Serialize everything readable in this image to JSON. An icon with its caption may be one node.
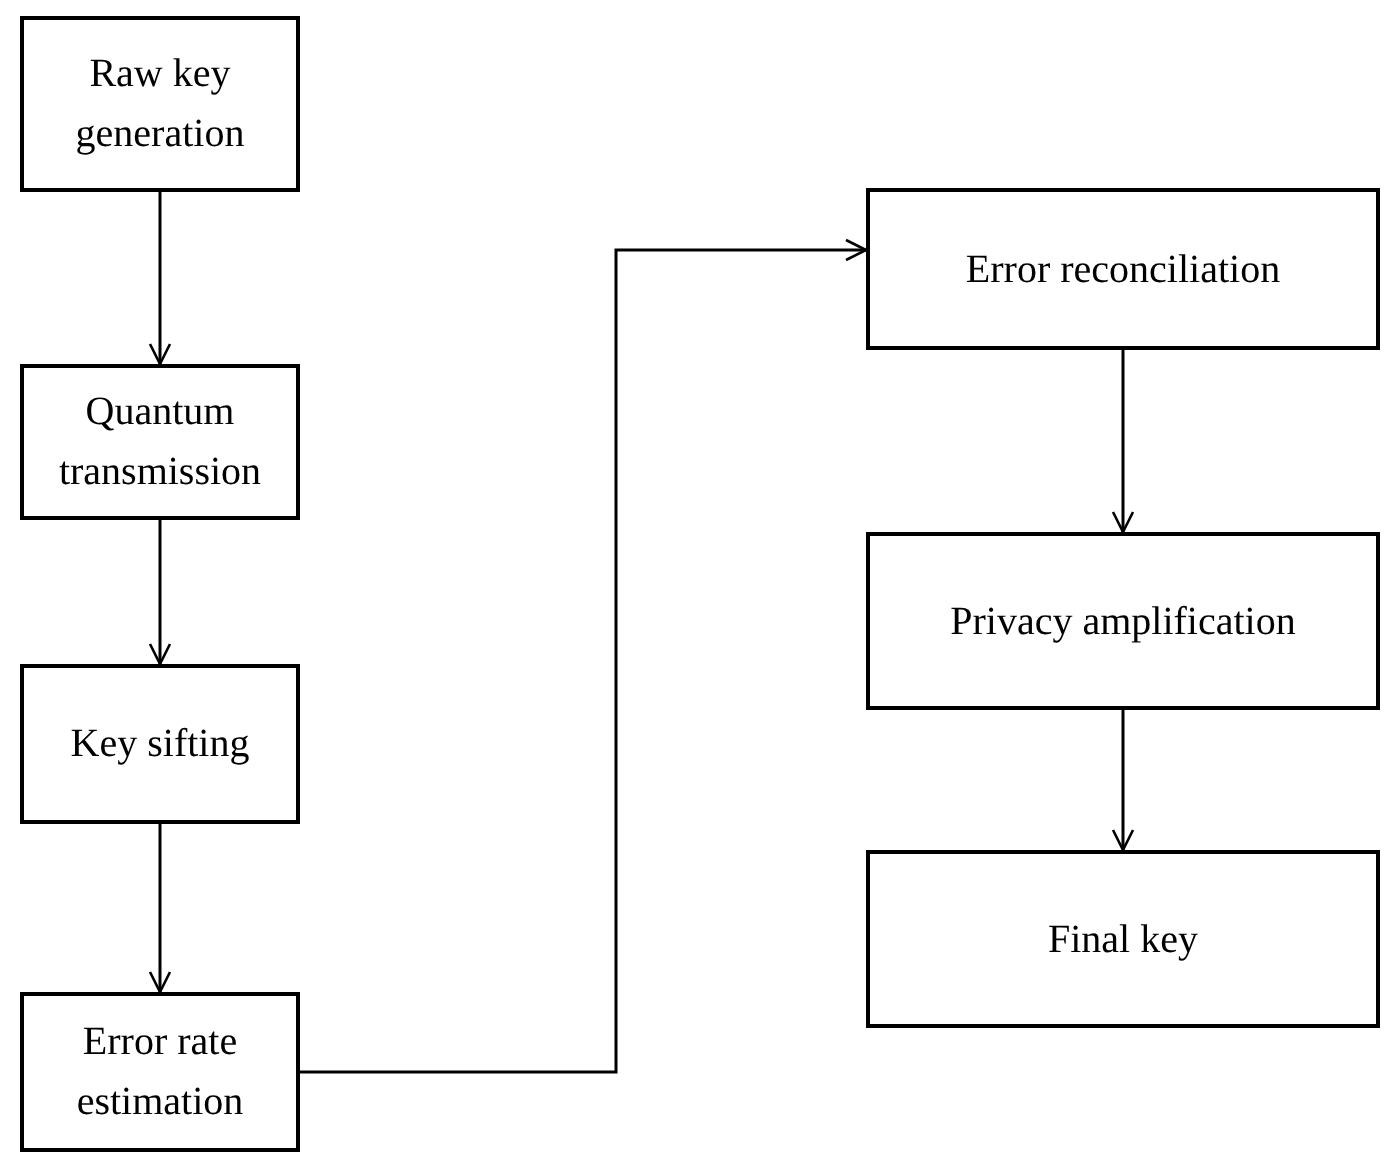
{
  "diagram": {
    "nodes": [
      {
        "text": [
          "Raw key generation"
        ]
      },
      {
        "text": [
          "Quantum transmission"
        ]
      },
      {
        "text": [
          "Key sifting"
        ]
      },
      {
        "text": [
          "Error rate estimation"
        ]
      },
      {
        "text": [
          "Error reconciliation"
        ]
      },
      {
        "text": [
          "Privacy amplification"
        ]
      },
      {
        "text": [
          "Final key"
        ]
      }
    ],
    "edges": [
      {
        "from": 0,
        "to": 1,
        "arrow": "to"
      },
      {
        "from": 1,
        "to": 2,
        "arrow": "to"
      },
      {
        "from": 2,
        "to": 3,
        "arrow": "to"
      },
      {
        "from": 3,
        "to": 4,
        "arrow": "to"
      },
      {
        "from": 4,
        "to": 5,
        "arrow": "to"
      },
      {
        "from": 5,
        "to": 6,
        "arrow": "to"
      }
    ]
  }
}
